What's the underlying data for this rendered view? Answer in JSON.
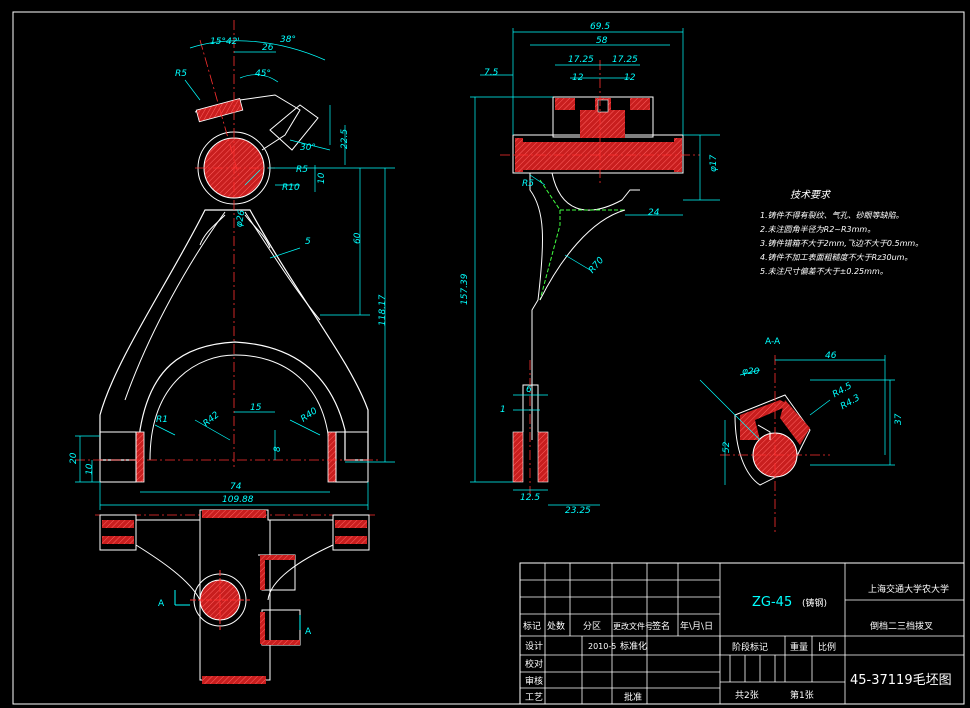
{
  "drawing": {
    "title_material": "ZG-45",
    "title_material_note": "(铸钢)",
    "school": "上海交通大学农大学",
    "part_name": "倒档二三档拨叉",
    "drawing_no": "45-37119毛坯图",
    "section_label": "A-A",
    "section_mark": "A",
    "tech_req_title": "技术要求",
    "tech_req": [
      "1.铸件不得有裂纹、气孔、砂眼等缺陷。",
      "2.未注圆角半径为R2~R3mm。",
      "3.铸件错箱不大于2mm,飞边不大于0.5mm。",
      "4.铸件不加工表面粗糙度不大于Rz30um。",
      "5.未注尺寸偏差不大于±0.25mm。"
    ]
  },
  "title_block": {
    "row_labels": [
      "标记",
      "处数",
      "分区",
      "更改文件号",
      "签名",
      "年\\月\\日"
    ],
    "design": "设计",
    "design_date": "2010-5",
    "standard": "标准化",
    "check": "校对",
    "review": "审核",
    "process": "工艺",
    "approve": "批准",
    "stage_mark": "阶段标记",
    "weight": "重量",
    "scale": "比例",
    "sheets_total": "共2张",
    "sheet_no": "第1张"
  },
  "dimensions": {
    "d_15_42": "15°42'",
    "d_38": "38°",
    "d_26": "26",
    "d_45deg": "45°",
    "d_r5a": "R5",
    "d_r5b": "R5",
    "d_30deg": "30°",
    "d_22_5": "22.5",
    "d_r10": "R10",
    "d_10": "10",
    "d_phi26": "φ26",
    "d_5": "5",
    "d_60": "60",
    "d_118_17": "118.17",
    "d_r1": "R1",
    "d_r42": "R42",
    "d_15": "15",
    "d_r40": "R40",
    "d_8": "8",
    "d_20": "20",
    "d_10b": "10",
    "d_74": "74",
    "d_109_88": "109.88",
    "d_69_5": "69.5",
    "d_58": "58",
    "d_17_25a": "17.25",
    "d_17_25b": "17.25",
    "d_12a": "12",
    "d_12b": "12",
    "d_7_5": "7.5",
    "d_phi17": "φ17",
    "d_r5c": "R5",
    "d_24": "24",
    "d_r70": "R70",
    "d_157_39": "157.39",
    "d_6": "6",
    "d_1": "1",
    "d_12_5": "12.5",
    "d_23_25": "23.25",
    "d_46": "46",
    "d_phi20": "φ20",
    "d_r4_5": "R4.5",
    "d_r4_3": "R4.3",
    "d_37": "37",
    "d_52": "52"
  }
}
